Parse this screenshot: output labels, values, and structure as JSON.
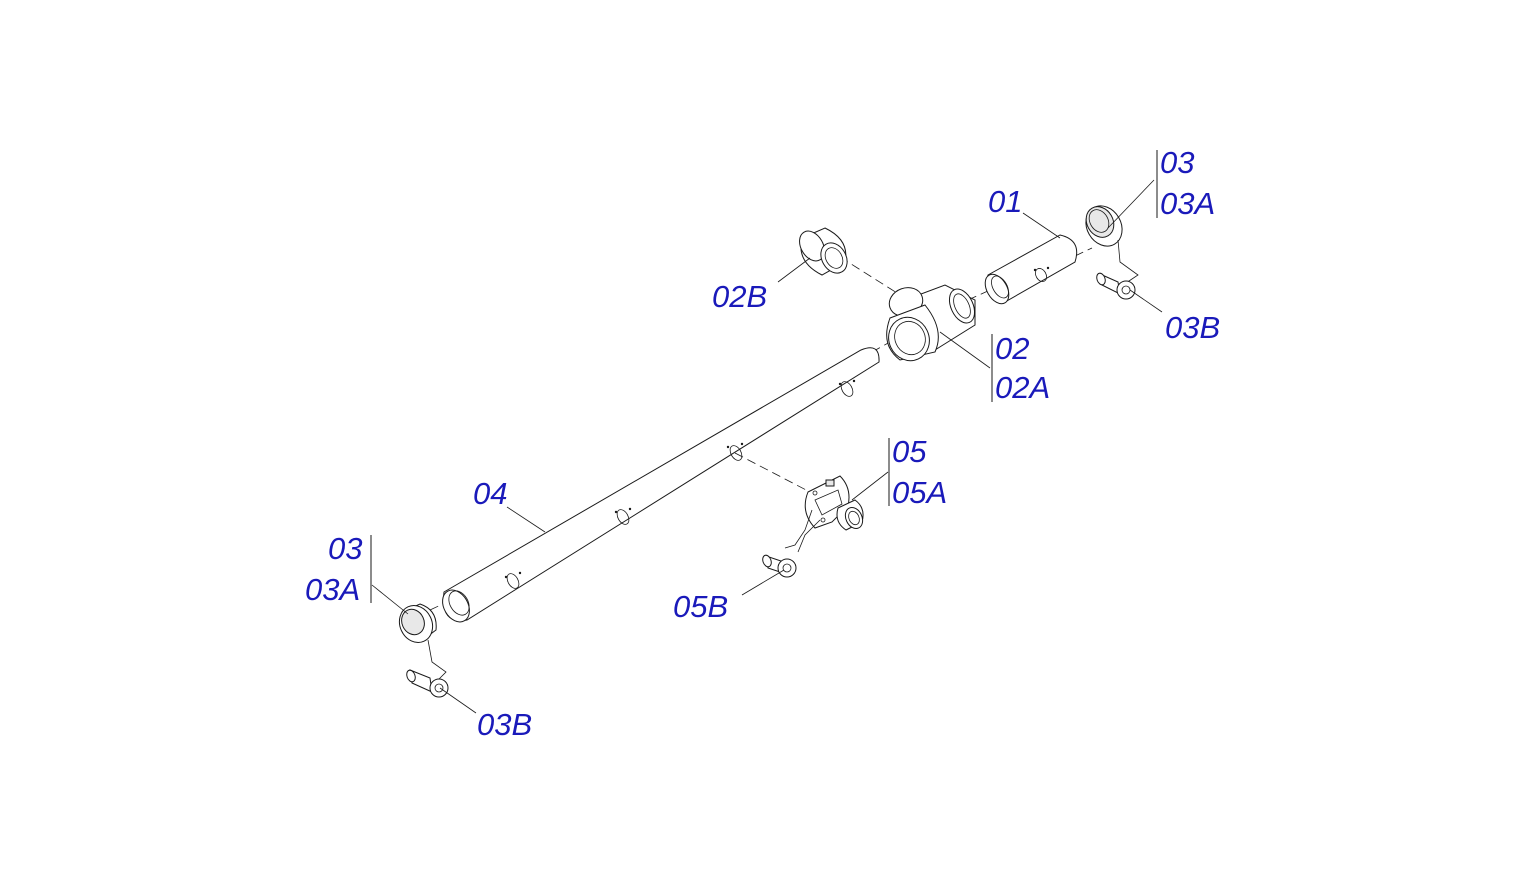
{
  "labels": {
    "p01": "01",
    "p02": "02",
    "p02a": "02A",
    "p02b": "02B",
    "p03_right": "03",
    "p03a_right": "03A",
    "p03b_right": "03B",
    "p03_left": "03",
    "p03a_left": "03A",
    "p03b_left": "03B",
    "p04": "04",
    "p05": "05",
    "p05a": "05A",
    "p05b": "05B"
  },
  "colors": {
    "label": "#1a1aba",
    "line": "#1a1a1a"
  }
}
